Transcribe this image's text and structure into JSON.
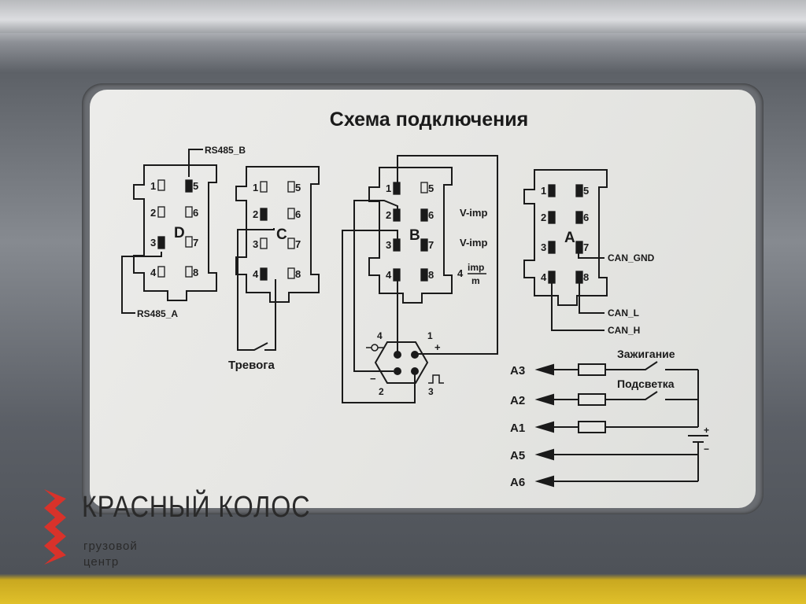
{
  "title": "Схема подключения",
  "connectors": [
    {
      "id": "D",
      "pins_filled": [
        5,
        3
      ]
    },
    {
      "id": "C",
      "pins_filled": [
        2,
        4
      ]
    },
    {
      "id": "B",
      "pins_filled": [
        1,
        2,
        3,
        4,
        6,
        7,
        8
      ]
    },
    {
      "id": "A",
      "pins_filled": [
        1,
        2,
        3,
        4,
        5,
        6,
        7,
        8
      ]
    }
  ],
  "pin_numbers": [
    "1",
    "2",
    "3",
    "4",
    "5",
    "6",
    "7",
    "8"
  ],
  "labels": {
    "rs485_b": "RS485_B",
    "rs485_a": "RS485_A",
    "alarm": "Тревога",
    "v_imp_6": "V-imp",
    "v_imp_7": "V-imp",
    "imp_prefix": "4",
    "imp_num": "imp",
    "imp_den": "m",
    "can_gnd": "CAN_GND",
    "can_l": "CAN_L",
    "can_h": "CAN_H",
    "sensor_1": "1",
    "sensor_2": "2",
    "sensor_3": "3",
    "sensor_4": "4",
    "sensor_plus": "+",
    "sensor_minus": "−",
    "ignition": "Зажигание",
    "backlight": "Подсветка",
    "battery_plus": "+",
    "battery_minus": "−"
  },
  "power_lines": [
    "A3",
    "A2",
    "A1",
    "A5",
    "A6"
  ],
  "logo": {
    "name": "КРАСНЫЙ КОЛОС",
    "sub1": "грузовой",
    "sub2": "центр",
    "color": "#d8322a"
  }
}
